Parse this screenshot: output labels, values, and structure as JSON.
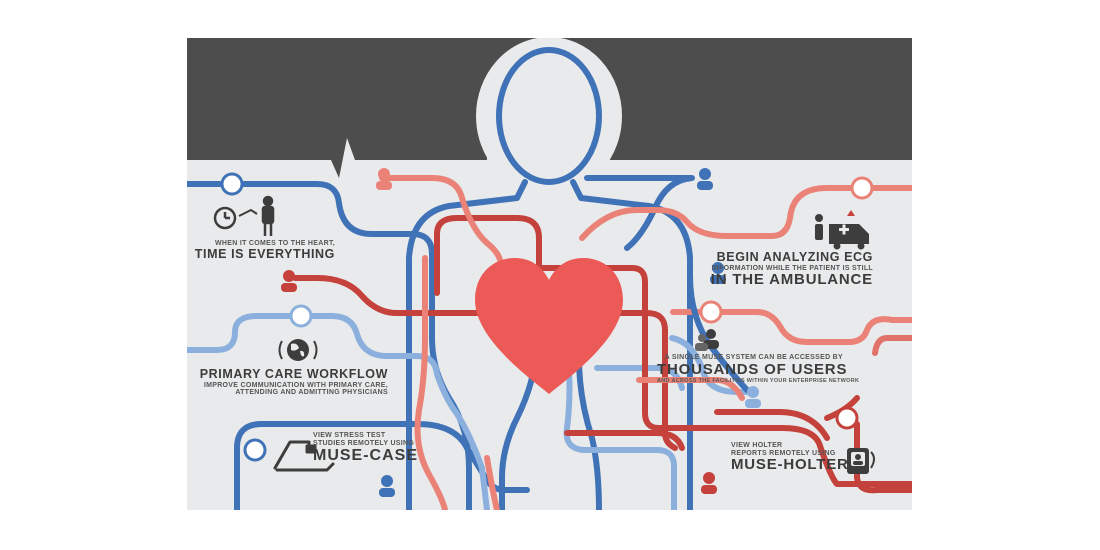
{
  "colors": {
    "dark_band": "#4d4d4d",
    "background": "#e9eaeb",
    "blue": "#3f72b6",
    "light_blue": "#8cb0de",
    "red": "#c5413b",
    "salmon": "#ea8277",
    "heart": "#ec5a58",
    "icon_dark": "#3d3d3d"
  },
  "callouts": {
    "time": {
      "line1": "When it comes to the heart,",
      "line2": "Time is everything",
      "icon": "stopwatch-doctor-icon"
    },
    "ecg": {
      "title": "Begin analyzing ECG",
      "sub": "information while the patient is still",
      "highlight": "in the ambulance",
      "icon": "ambulance-icon"
    },
    "primary": {
      "title": "Primary care workflow",
      "sub1": "Improve communication with primary care,",
      "sub2": "attending and admitting physicians",
      "icon": "globe-icon"
    },
    "muse": {
      "sub": "A single MUSE system can be accessed by",
      "highlight": "Thousands of users",
      "sub2": "and across the facilities within your enterprise network",
      "icon": "users-icon"
    },
    "stress": {
      "sub1": "View stress test",
      "sub2": "studies remotely using",
      "highlight": "MUSE-CASE",
      "icon": "treadmill-icon"
    },
    "holter": {
      "sub1": "View Holter",
      "sub2": "reports remotely using",
      "highlight": "MUSE-HOLTER",
      "icon": "holter-monitor-icon"
    }
  }
}
